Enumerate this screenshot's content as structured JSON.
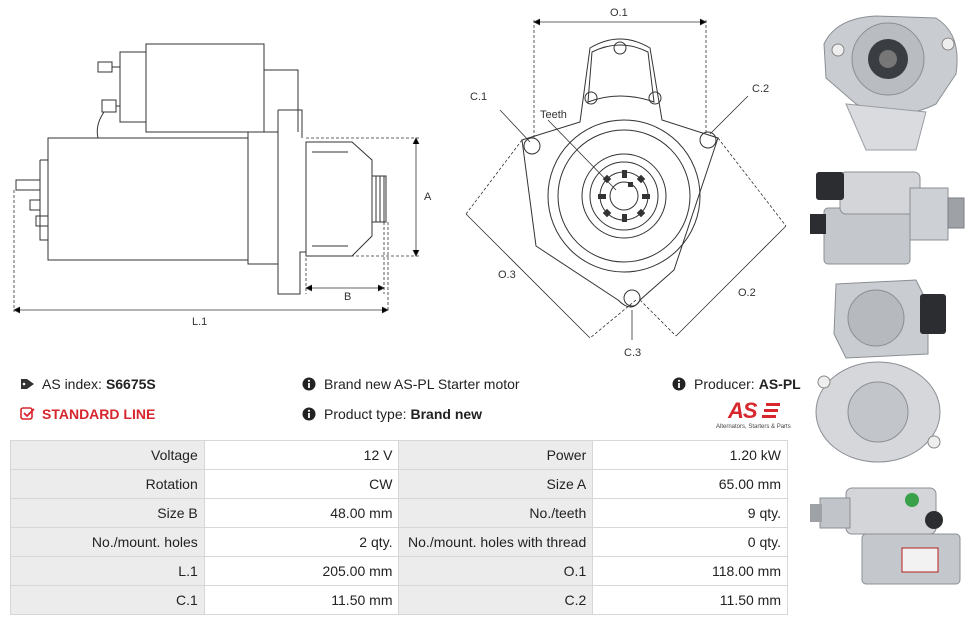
{
  "drawings": {
    "side": {
      "l1": "L.1",
      "a": "A",
      "b": "B"
    },
    "front": {
      "o1": "O.1",
      "o2": "O.2",
      "o3": "O.3",
      "c1": "C.1",
      "c2": "C.2",
      "c3": "C.3",
      "teeth": "Teeth"
    }
  },
  "info": {
    "as_index_label": "AS index:",
    "as_index_value": "S6675S",
    "standard_line": "STANDARD LINE",
    "description": "Brand new AS-PL Starter motor",
    "product_type_label": "Product type:",
    "product_type_value": "Brand new",
    "producer_label": "Producer:",
    "producer_value": "AS-PL",
    "logo_text": "AS",
    "logo_tagline": "Alternators, Starters & Parts"
  },
  "specs": [
    {
      "l1": "Voltage",
      "v1": "12 V",
      "l2": "Power",
      "v2": "1.20 kW"
    },
    {
      "l1": "Rotation",
      "v1": "CW",
      "l2": "Size A",
      "v2": "65.00 mm"
    },
    {
      "l1": "Size B",
      "v1": "48.00 mm",
      "l2": "No./teeth",
      "v2": "9 qty."
    },
    {
      "l1": "No./mount. holes",
      "v1": "2 qty.",
      "l2": "No./mount. holes with thread",
      "v2": "0 qty."
    },
    {
      "l1": "L.1",
      "v1": "205.00 mm",
      "l2": "O.1",
      "v2": "118.00 mm"
    },
    {
      "l1": "C.1",
      "v1": "11.50 mm",
      "l2": "C.2",
      "v2": "11.50 mm"
    }
  ],
  "colors": {
    "accent_red": "#d8262f",
    "label_bg": "#ececec",
    "border": "#d7d7d7"
  }
}
